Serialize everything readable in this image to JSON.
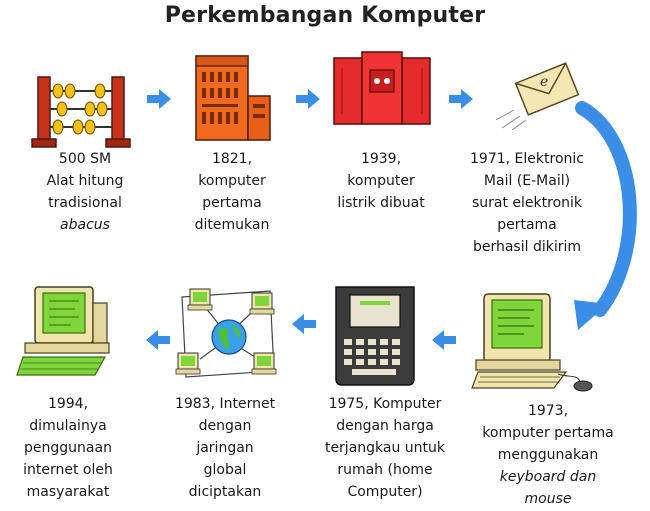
{
  "title": "Perkembangan Komputer",
  "steps": [
    {
      "lines": [
        "500 SM",
        "Alat hitung",
        "tradisional",
        "abacus"
      ],
      "italic_line": 3,
      "icon": "abacus-icon"
    },
    {
      "lines": [
        "1821,",
        "komputer",
        "pertama",
        "ditemukan"
      ],
      "icon": "early-computer-icon"
    },
    {
      "lines": [
        "1939,",
        "komputer",
        "listrik dibuat"
      ],
      "icon": "electric-computer-icon"
    },
    {
      "lines": [
        "1971, Elektronic",
        "Mail (E-Mail)",
        "surat elektronik",
        "pertama",
        "berhasil dikirim"
      ],
      "icon": "email-envelope-icon"
    },
    {
      "lines": [
        "1973,",
        "komputer pertama",
        "menggunakan",
        "keyboard dan",
        "mouse"
      ],
      "icon": "personal-computer-icon"
    },
    {
      "lines": [
        "1975, Komputer",
        "dengan harga",
        "terjangkau untuk",
        "rumah (home",
        "Computer)"
      ],
      "icon": "home-computer-icon"
    },
    {
      "lines": [
        "1983, Internet",
        "dengan",
        "jaringan",
        "global",
        "diciptakan"
      ],
      "icon": "network-globe-icon"
    },
    {
      "lines": [
        "1994,",
        "dimulainya",
        "penggunaan",
        "internet oleh",
        "masyarakat"
      ],
      "icon": "desktop-computer-icon"
    }
  ],
  "envelope_letter": "e",
  "colors": {
    "arrow": "#3a8ee6",
    "orange": "#f06a1e",
    "red": "#e42a2a",
    "green": "#7fd63a",
    "beige": "#e9dfa8"
  }
}
